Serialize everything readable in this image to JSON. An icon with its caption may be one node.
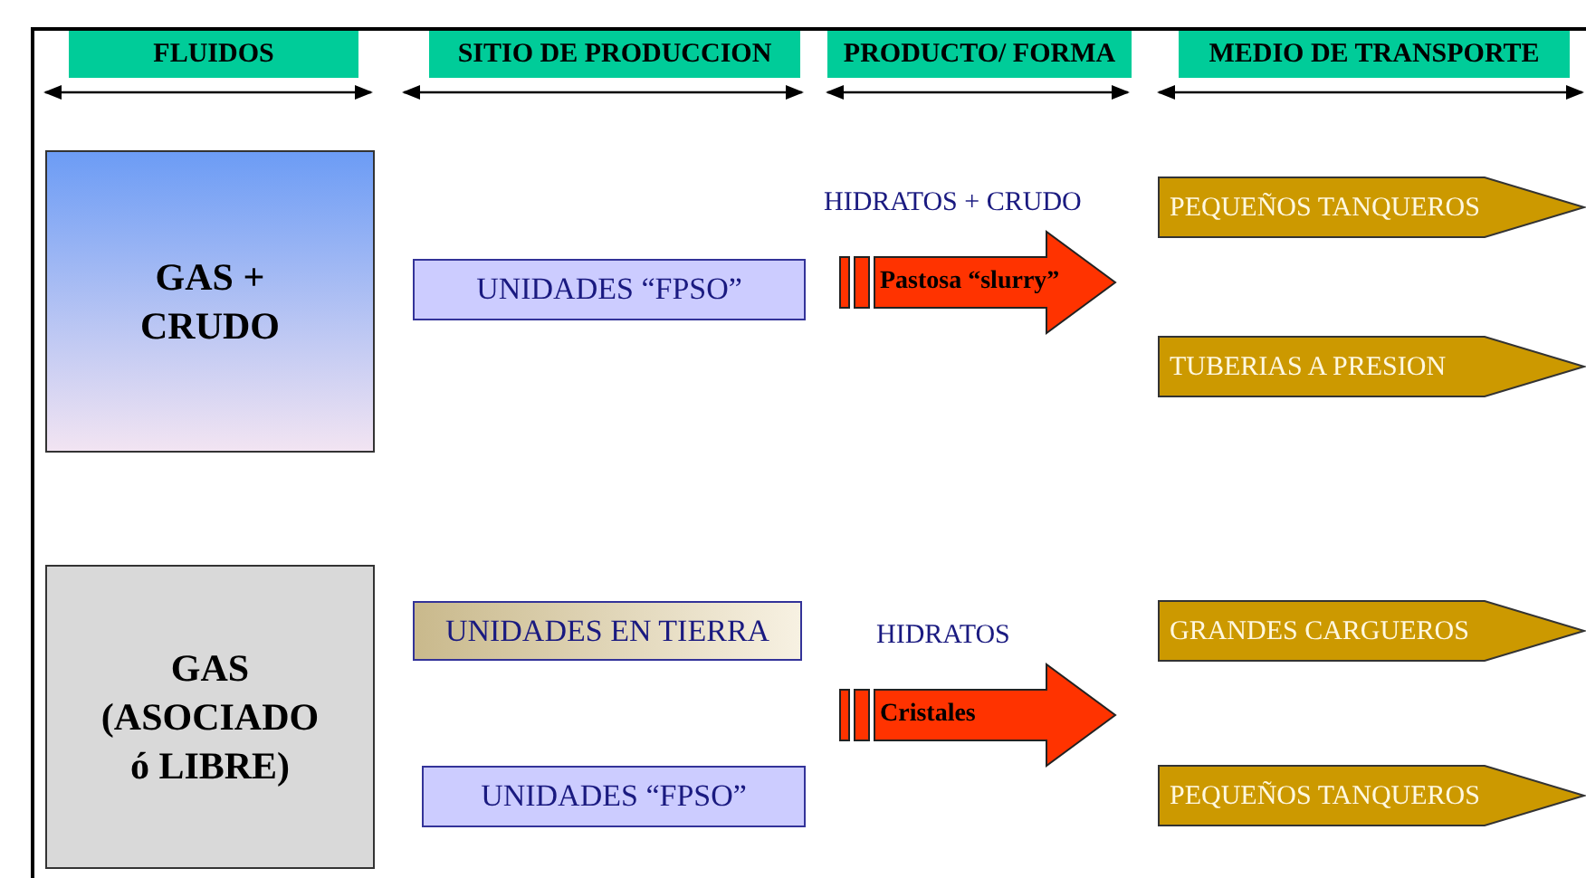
{
  "diagram": {
    "nodes": [
      {
        "text": [
          "FLUIDOS"
        ]
      },
      {
        "text": [
          "SITIO DE PRODUCCION"
        ]
      },
      {
        "text": [
          "PRODUCTO/ FORMA"
        ]
      },
      {
        "text": [
          "MEDIO DE TRANSPORTE"
        ]
      },
      {
        "text": [
          "GAS + CRUDO"
        ]
      },
      {
        "text": [
          "UNIDADES “FPSO”"
        ]
      },
      {
        "text": [
          "Pastosa “slurry”"
        ],
        "beside": [
          "HIDRATOS + CRUDO"
        ]
      },
      {
        "text": [
          "PEQUEÑOS TANQUEROS"
        ]
      },
      {
        "text": [
          "TUBERIAS A PRESION"
        ]
      },
      {
        "text": [
          "GAS (ASOCIADO ó LIBRE)"
        ]
      },
      {
        "text": [
          "UNIDADES EN TIERRA"
        ]
      },
      {
        "text": [
          "UNIDADES “FPSO”"
        ]
      },
      {
        "text": [
          "Cristales"
        ],
        "beside": [
          "HIDRATOS"
        ]
      },
      {
        "text": [
          "GRANDES CARGUEROS"
        ]
      },
      {
        "text": [
          "PEQUEÑOS TANQUEROS"
        ]
      }
    ]
  }
}
